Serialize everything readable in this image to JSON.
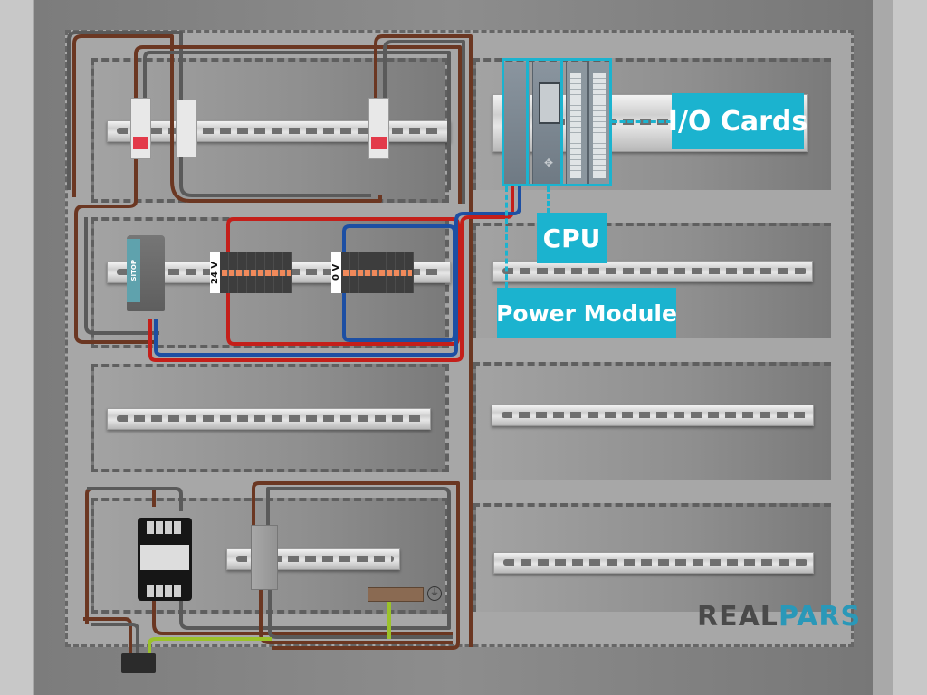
{
  "title": "PLC Control Panel Layout",
  "callouts": {
    "io_cards": "I/O Cards",
    "cpu": "CPU",
    "power_module": "Power Module"
  },
  "power_supply": {
    "brand_label": "SITOP"
  },
  "terminal_blocks": {
    "positive_label": "24 V",
    "negative_label": "0 V"
  },
  "logo": {
    "part1": "REAL",
    "part2": "PARS"
  },
  "colors": {
    "callout": "#1bb3cf",
    "wire_brown": "#6b3722",
    "wire_gray": "#5a5a5a",
    "wire_red": "#c41f1a",
    "wire_blue": "#1d4fa3",
    "wire_ground": "#9bc22a",
    "logo_dark": "#4a4a4a",
    "logo_accent": "#2a98b8"
  }
}
